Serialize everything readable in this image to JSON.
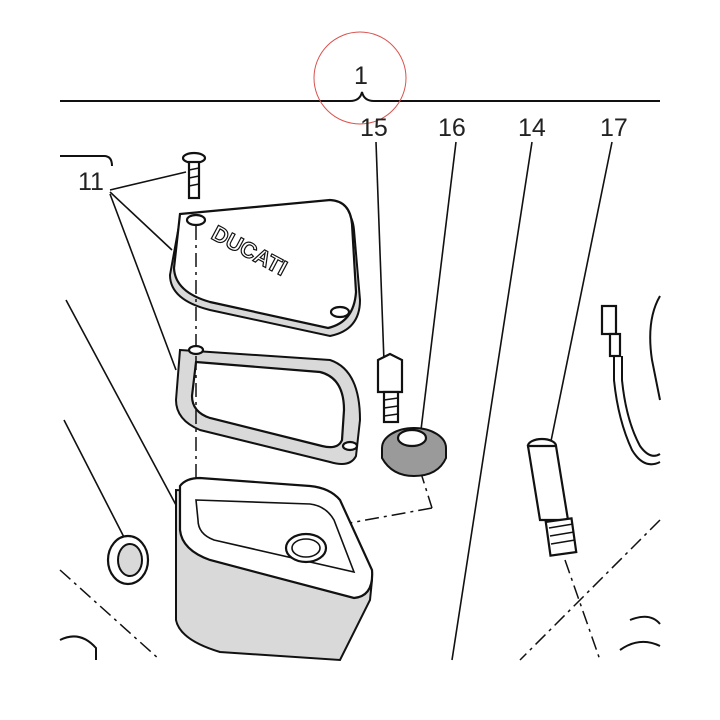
{
  "labels": {
    "assembly": "1",
    "screw_group": "11",
    "part_14": "14",
    "part_15": "15",
    "part_16": "16",
    "part_17": "17"
  },
  "plate_text": "DUCATI",
  "colors": {
    "ink": "#111111",
    "circle_mark": "#d9534f",
    "grommet": "#8c8c8c"
  }
}
